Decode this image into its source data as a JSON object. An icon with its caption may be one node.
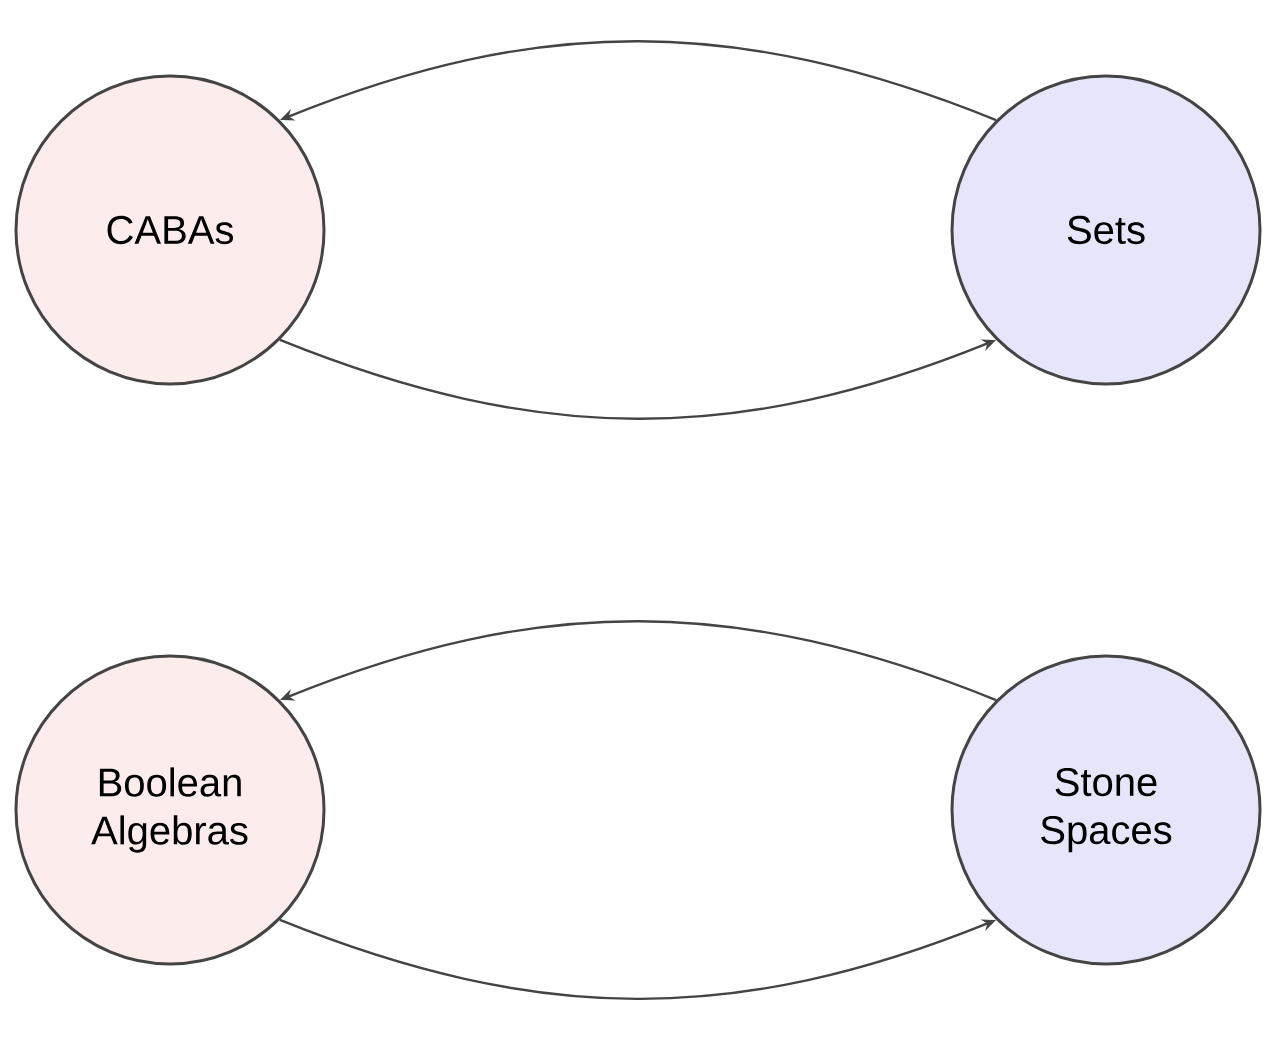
{
  "diagram": {
    "nodes": [
      {
        "text": [
          "CABAs"
        ]
      },
      {
        "text": [
          "Sets"
        ]
      },
      {
        "text": [
          "Boolean Algebras"
        ]
      },
      {
        "text": [
          "Stone Spaces"
        ]
      }
    ],
    "edges": [
      {
        "from": 1,
        "to": 0,
        "arrow": "to"
      },
      {
        "from": 0,
        "to": 1,
        "arrow": "to"
      },
      {
        "from": 3,
        "to": 2,
        "arrow": "to"
      },
      {
        "from": 2,
        "to": 3,
        "arrow": "to"
      }
    ]
  }
}
